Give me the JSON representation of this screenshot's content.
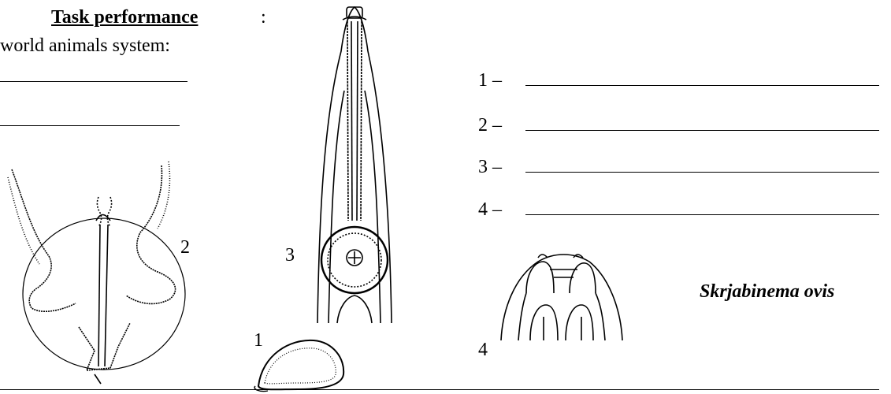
{
  "header": {
    "title": "Task performance",
    "colon": ":",
    "intro": "world animals system:"
  },
  "answers": [
    {
      "number": "1 –"
    },
    {
      "number": "2 –"
    },
    {
      "number": "3 –"
    },
    {
      "number": "4 –"
    }
  ],
  "figure_labels": {
    "label_1": "1",
    "label_2": "2",
    "label_3": "3",
    "label_4": "4"
  },
  "species": "Skrjabinema ovis"
}
